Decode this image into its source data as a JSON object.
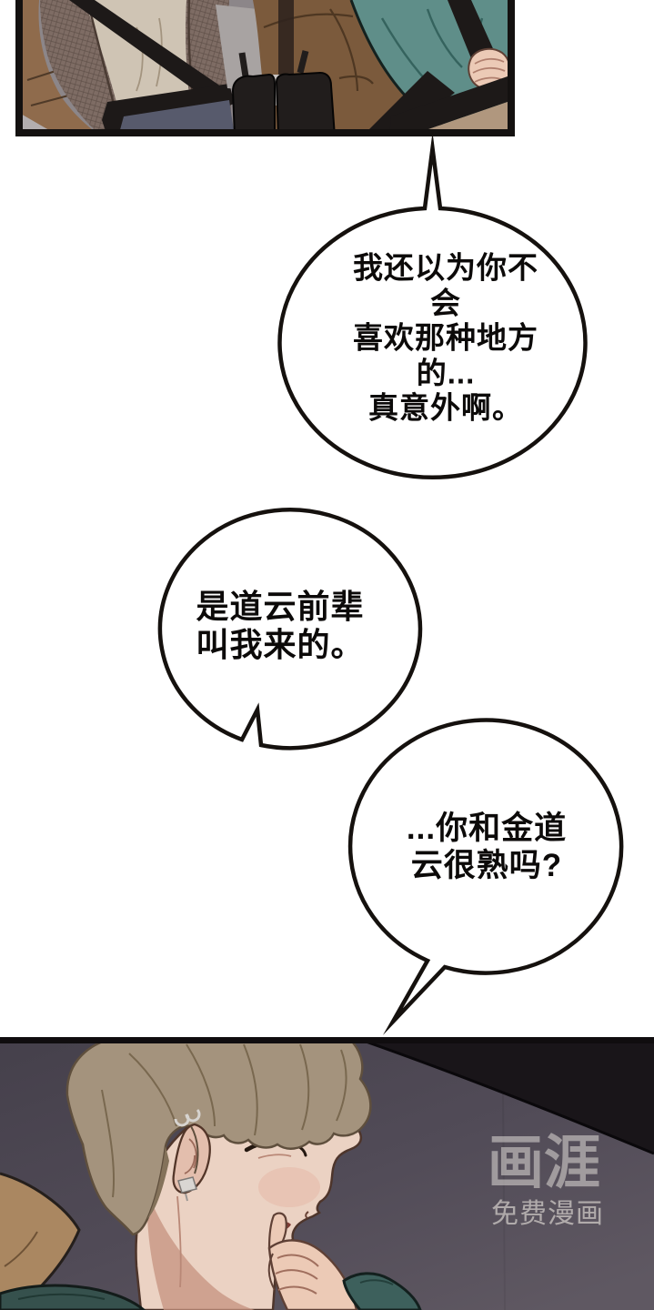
{
  "bubbles": [
    {
      "text": "我还以为你不会\n喜欢那种地方的...\n真意外啊。"
    },
    {
      "text": "是道云前辈\n叫我来的。"
    },
    {
      "text": "...你和金道\n云很熟吗?"
    }
  ],
  "watermark": {
    "logo": "画涯",
    "tagline": "免费漫画"
  },
  "colors": {
    "ink": "#15110e",
    "bubble_fill": "#ffffff",
    "door_tan": "#8f6b4c",
    "plaid_jacket": "#7e6c64",
    "shirt_cream": "#cfc4b4",
    "belt_black": "#1d1918",
    "pants_gray": "#575a6c",
    "seat_brown": "#7b5a3c",
    "teal_jacket": "#5f8e89",
    "hand_skin": "#eccab6",
    "panel2_seat": "#aa8761",
    "hair": "#a4937d",
    "face_skin": "#ebd2c3",
    "shirt_teal_dark": "#36514d"
  }
}
